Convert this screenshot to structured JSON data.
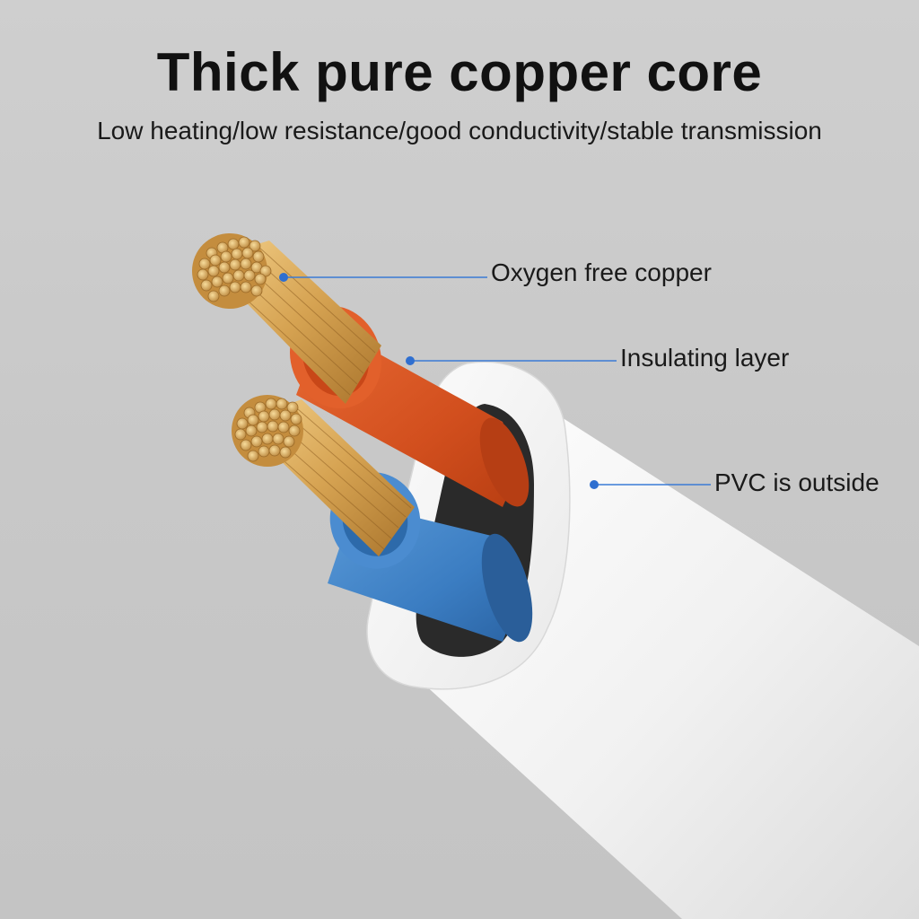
{
  "header": {
    "title": "Thick pure copper core",
    "subtitle": "Low heating/low resistance/good conductivity/stable transmission"
  },
  "callouts": [
    {
      "label": "Oxygen free copper",
      "target": "copper-strands"
    },
    {
      "label": "Insulating layer",
      "target": "red-insulation"
    },
    {
      "label": "PVC is outside",
      "target": "white-pvc-jacket"
    }
  ],
  "colors": {
    "background": "#c9c9c9",
    "pvc_jacket": "#f4f4f4",
    "red_insulation": "#d5501f",
    "blue_insulation": "#3d7fc4",
    "copper": "#d9a85a",
    "leader_line": "#3a7bd5"
  }
}
